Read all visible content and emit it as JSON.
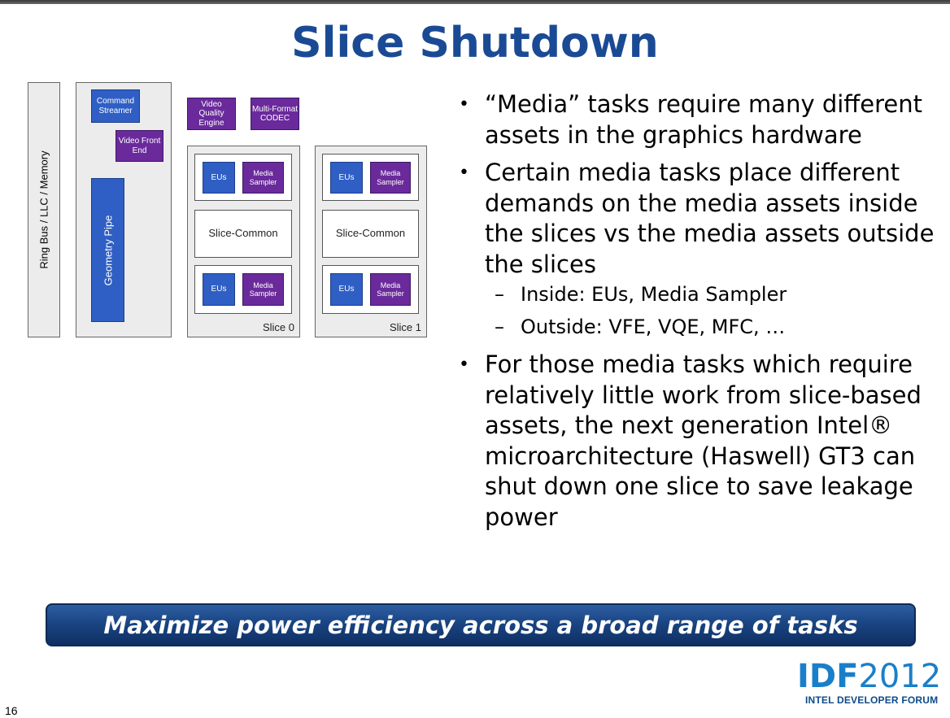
{
  "title": "Slice Shutdown",
  "diagram": {
    "ring_bus": "Ring Bus / LLC / Memory",
    "command_streamer": "Command Streamer",
    "video_front_end": "Video Front End",
    "geometry_pipe": "Geometry Pipe",
    "video_quality_engine": "Video Quality Engine",
    "mfx_codec": "Multi-Format CODEC",
    "eus": "EUs",
    "media_sampler": "Media Sampler",
    "slice_common": "Slice-Common",
    "slice0": "Slice 0",
    "slice1": "Slice 1"
  },
  "bullets": [
    "“Media” tasks require many different assets in the graphics hardware",
    "Certain media tasks place different demands on the media assets inside the slices vs the media assets outside the slices",
    "For those media tasks which require relatively little work from slice-based assets, the next generation Intel® microarchitecture (Haswell) GT3 can shut down one slice to save leakage power"
  ],
  "sub_bullets": [
    "Inside: EUs, Media Sampler",
    "Outside: VFE, VQE, MFC, …"
  ],
  "banner": "Maximize power efficiency across a broad range of tasks",
  "logo": {
    "idf": "IDF",
    "year": "2012",
    "subtitle": "INTEL DEVELOPER FORUM"
  },
  "page_number": "16",
  "colors": {
    "title": "#1b4a95",
    "blue_block": "#2f5fc4",
    "purple_block": "#6a2a9b",
    "banner": "#1a4583",
    "logo": "#1a7fc9"
  }
}
